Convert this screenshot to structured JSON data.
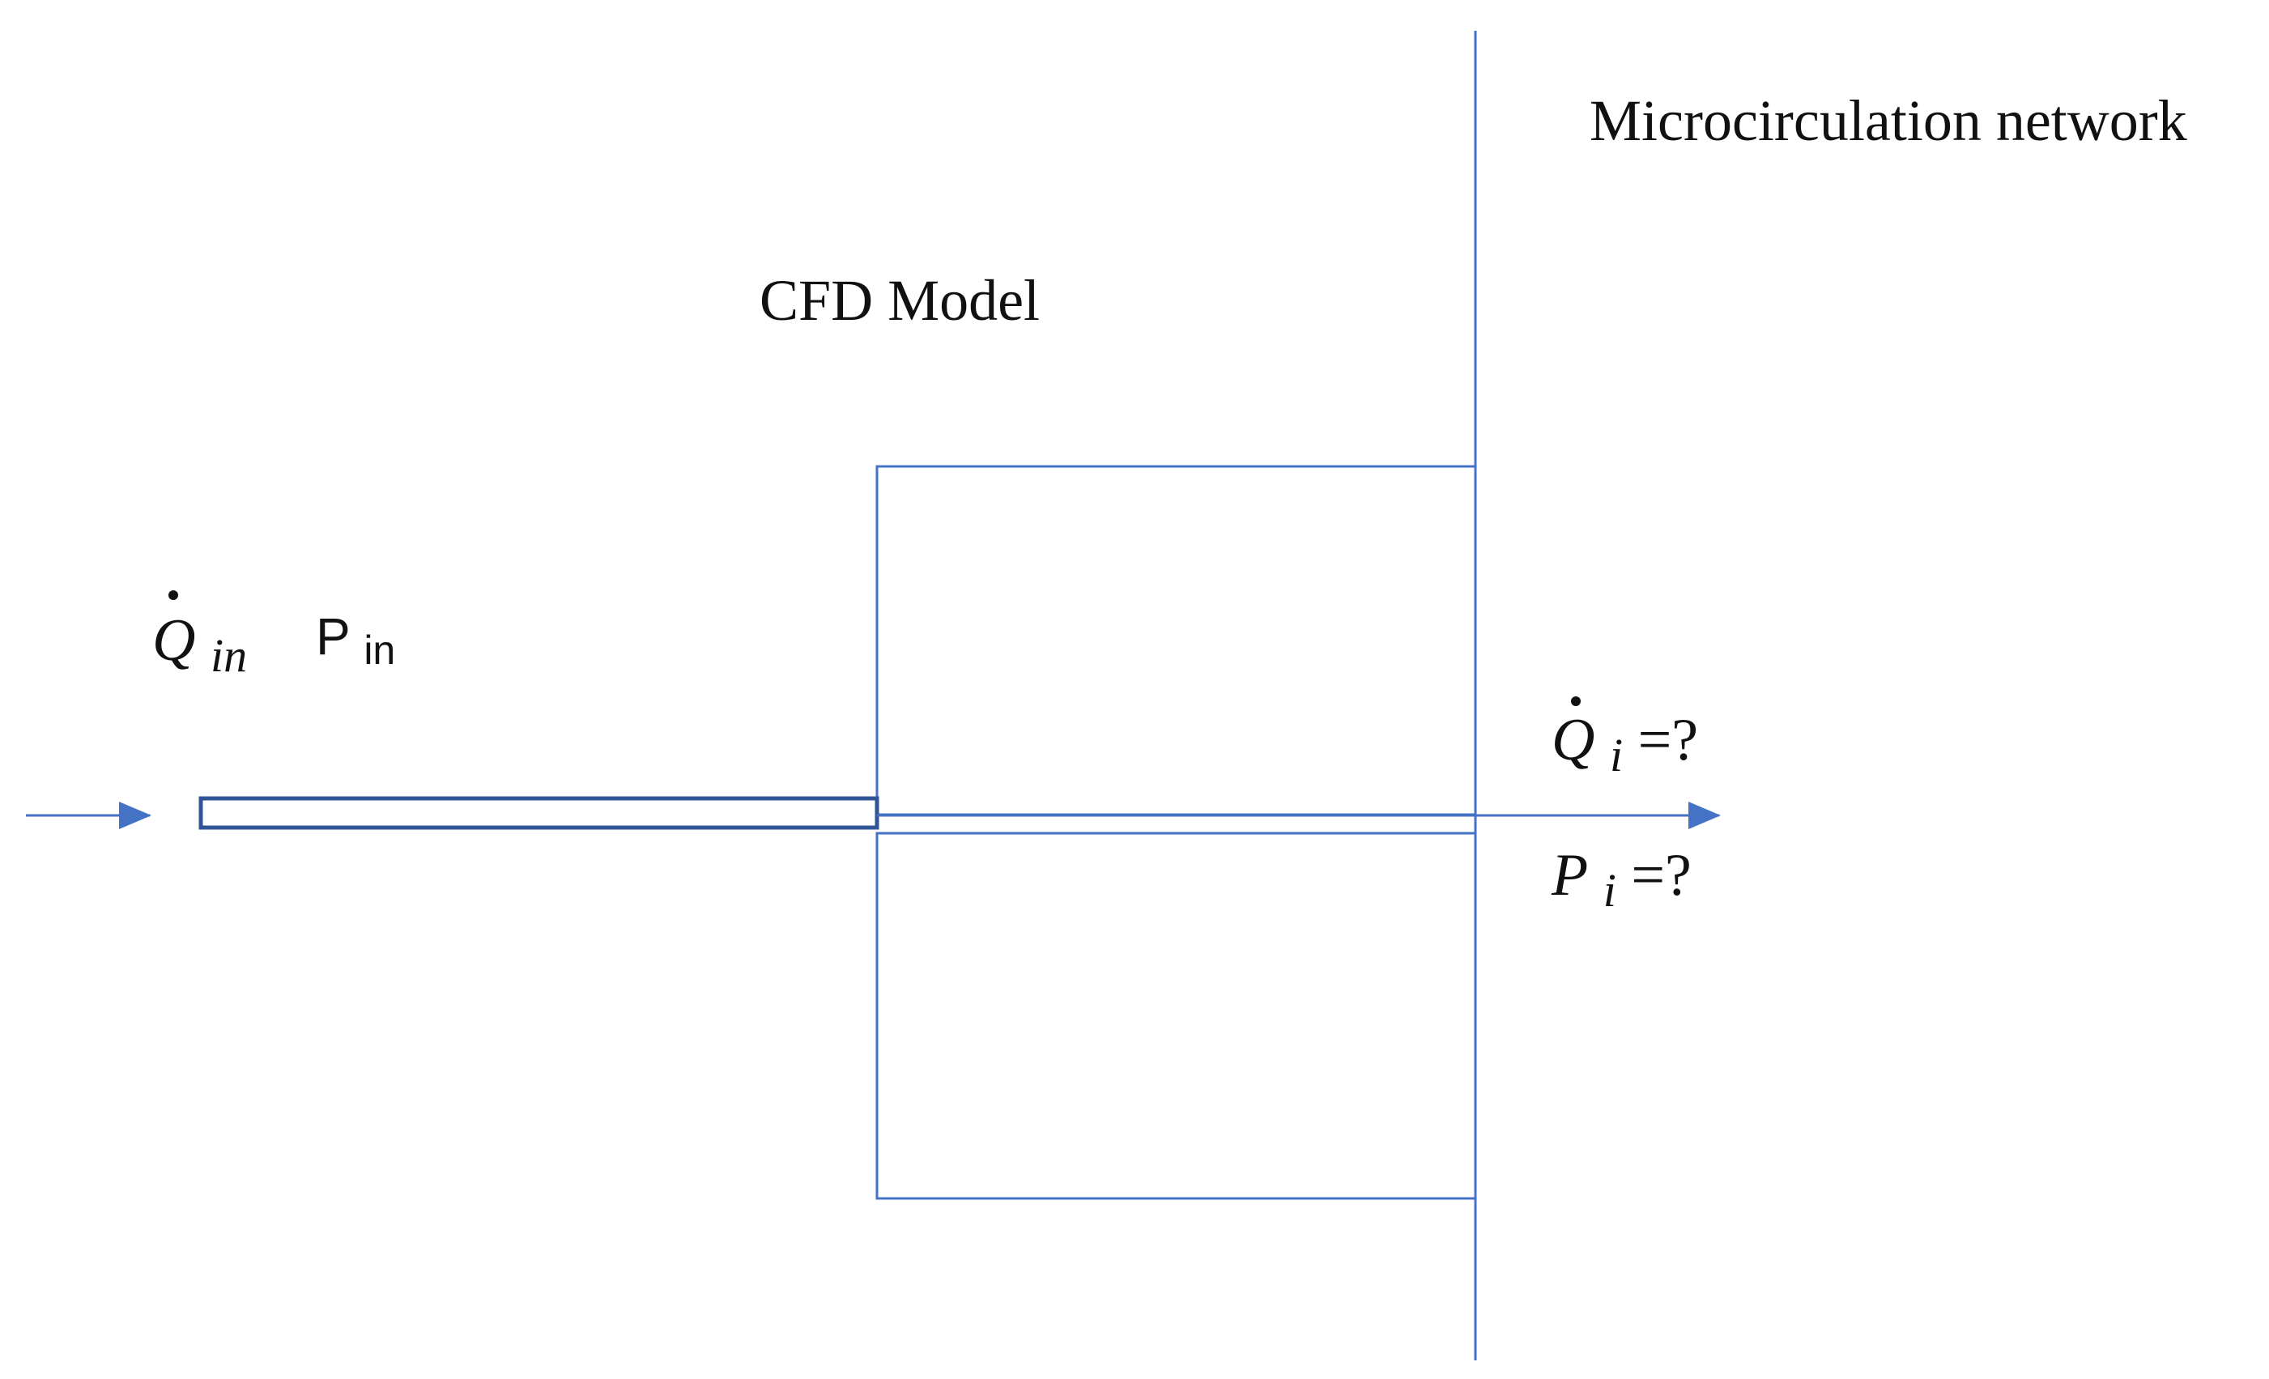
{
  "labels": {
    "microcirculation_network": "Microcirculation network",
    "cfd_model": "CFD Model",
    "q_in": {
      "symbol": "Q",
      "subscript": "in"
    },
    "p_in": {
      "symbol": "P",
      "subscript": "in"
    },
    "q_i": {
      "symbol": "Q",
      "subscript": "i",
      "suffix": "=?"
    },
    "p_i": {
      "symbol": "P",
      "subscript": "i",
      "suffix": "=?"
    }
  },
  "colors": {
    "line": "#4472c4",
    "pipe_outline": "#2f5597",
    "text": "#111111"
  }
}
